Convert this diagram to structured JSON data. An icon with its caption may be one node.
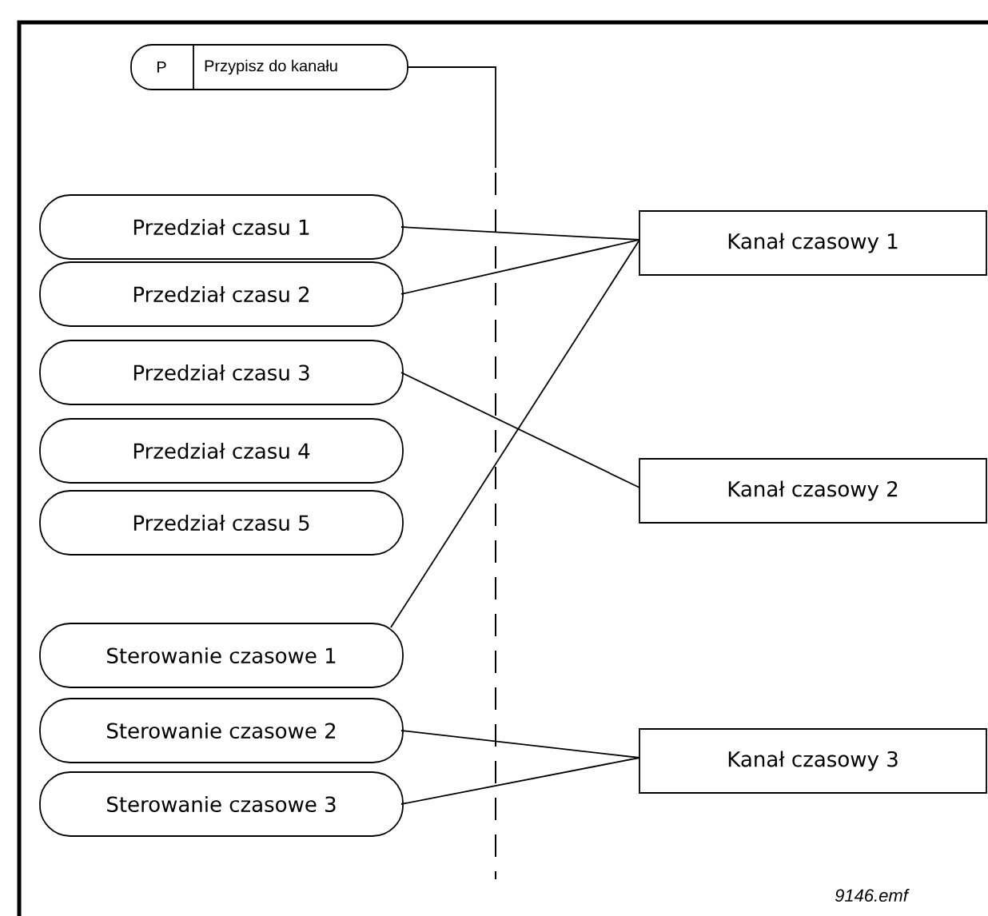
{
  "diagram": {
    "nodes": [
      {
        "text": [
          "P",
          "Przypisz do kanału"
        ]
      },
      {
        "text": [
          "Przedział czasu 1"
        ]
      },
      {
        "text": [
          "Przedział czasu 2"
        ]
      },
      {
        "text": [
          "Przedział czasu 3"
        ]
      },
      {
        "text": [
          "Przedział czasu 4"
        ]
      },
      {
        "text": [
          "Przedział czasu 5"
        ]
      },
      {
        "text": [
          "Sterowanie czasowe 1"
        ]
      },
      {
        "text": [
          "Sterowanie czasowe 2"
        ]
      },
      {
        "text": [
          "Sterowanie czasowe 3"
        ]
      },
      {
        "text": [
          "Kanał czasowy 1"
        ]
      },
      {
        "text": [
          "Kanał czasowy 2"
        ]
      },
      {
        "text": [
          "Kanał czasowy 3"
        ]
      }
    ],
    "edges": [
      {
        "from": 0,
        "to": null,
        "arrow": "none"
      },
      {
        "from": 1,
        "to": 9,
        "arrow": "none"
      },
      {
        "from": 2,
        "to": 9,
        "arrow": "none"
      },
      {
        "from": 6,
        "to": 9,
        "arrow": "none"
      },
      {
        "from": 3,
        "to": 10,
        "arrow": "none"
      },
      {
        "from": 7,
        "to": 11,
        "arrow": "none"
      },
      {
        "from": 8,
        "to": 11,
        "arrow": "none"
      }
    ],
    "labels": [
      "9146.emf"
    ]
  }
}
